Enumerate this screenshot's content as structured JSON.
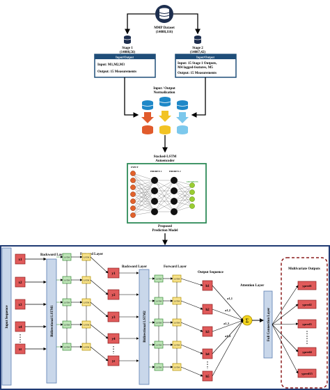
{
  "top": {
    "dataset_label": "MMP Dataset",
    "dataset_dims": "(14088,116)",
    "stage1_label": "Stage 1",
    "stage1_dims": "(14088,56)",
    "stage2_label": "Stage 2",
    "stage2_dims": "(14087,42)",
    "io_title_left": "Input/Output",
    "io_input_left": "Input: M1,M2,M3",
    "io_output_left": "Output: 15 Measurements",
    "io_title_right": "Input/Output",
    "io_input_right_1": "Input: 15 Stage 1 Outputs,",
    "io_input_right_2": "M4 lagged-features, M5",
    "io_output_right": "Output: 15 Measurements",
    "normalization_1": "Input / Output",
    "normalization_2": "Normalization",
    "autoencoder_1": "Stacked-LSTM",
    "autoencoder_2": "Autoencoder",
    "nn_input_label": "INPUT",
    "nn_hidden1_label": "HIDDEN 1",
    "nn_hidden2_label": "HIDDEN 2",
    "nn_output_label": "OUTPUTS",
    "model_1": "Proposed",
    "model_2": "Prediction Model"
  },
  "bottom": {
    "input_sequence": "Input Sequence",
    "backward_layer_1": "Backword Layer",
    "forward_layer_1": "Forward Layer",
    "bilstm1": "Bidirectional LSTM1",
    "backward_layer_2": "Backword Layer",
    "forward_layer_2": "Forward Layer",
    "bilstm2": "Bidirectional LSTM2",
    "output_sequence": "Output Sequence",
    "attention_layer": "Attention Layer",
    "full_connection": "Full Connection Layer",
    "multivariate_outputs": "Multivariate Outputs",
    "lstm_cell": "LSTM",
    "sum_symbol": "Σ",
    "x_labels": [
      "x1",
      "x2",
      "x3",
      "x4",
      "xt"
    ],
    "y_labels": [
      "y1",
      "y2",
      "y3",
      "y4",
      "yt"
    ],
    "h_labels": [
      "h1",
      "h2",
      "h3",
      "h4",
      "h5"
    ],
    "a_labels": [
      "a1,1",
      "a1,2",
      "a1,3",
      "a1,4"
    ],
    "pred_labels": [
      "ypred1",
      "ypred2",
      "ypred3",
      "ypred4",
      "ypred15"
    ]
  }
}
